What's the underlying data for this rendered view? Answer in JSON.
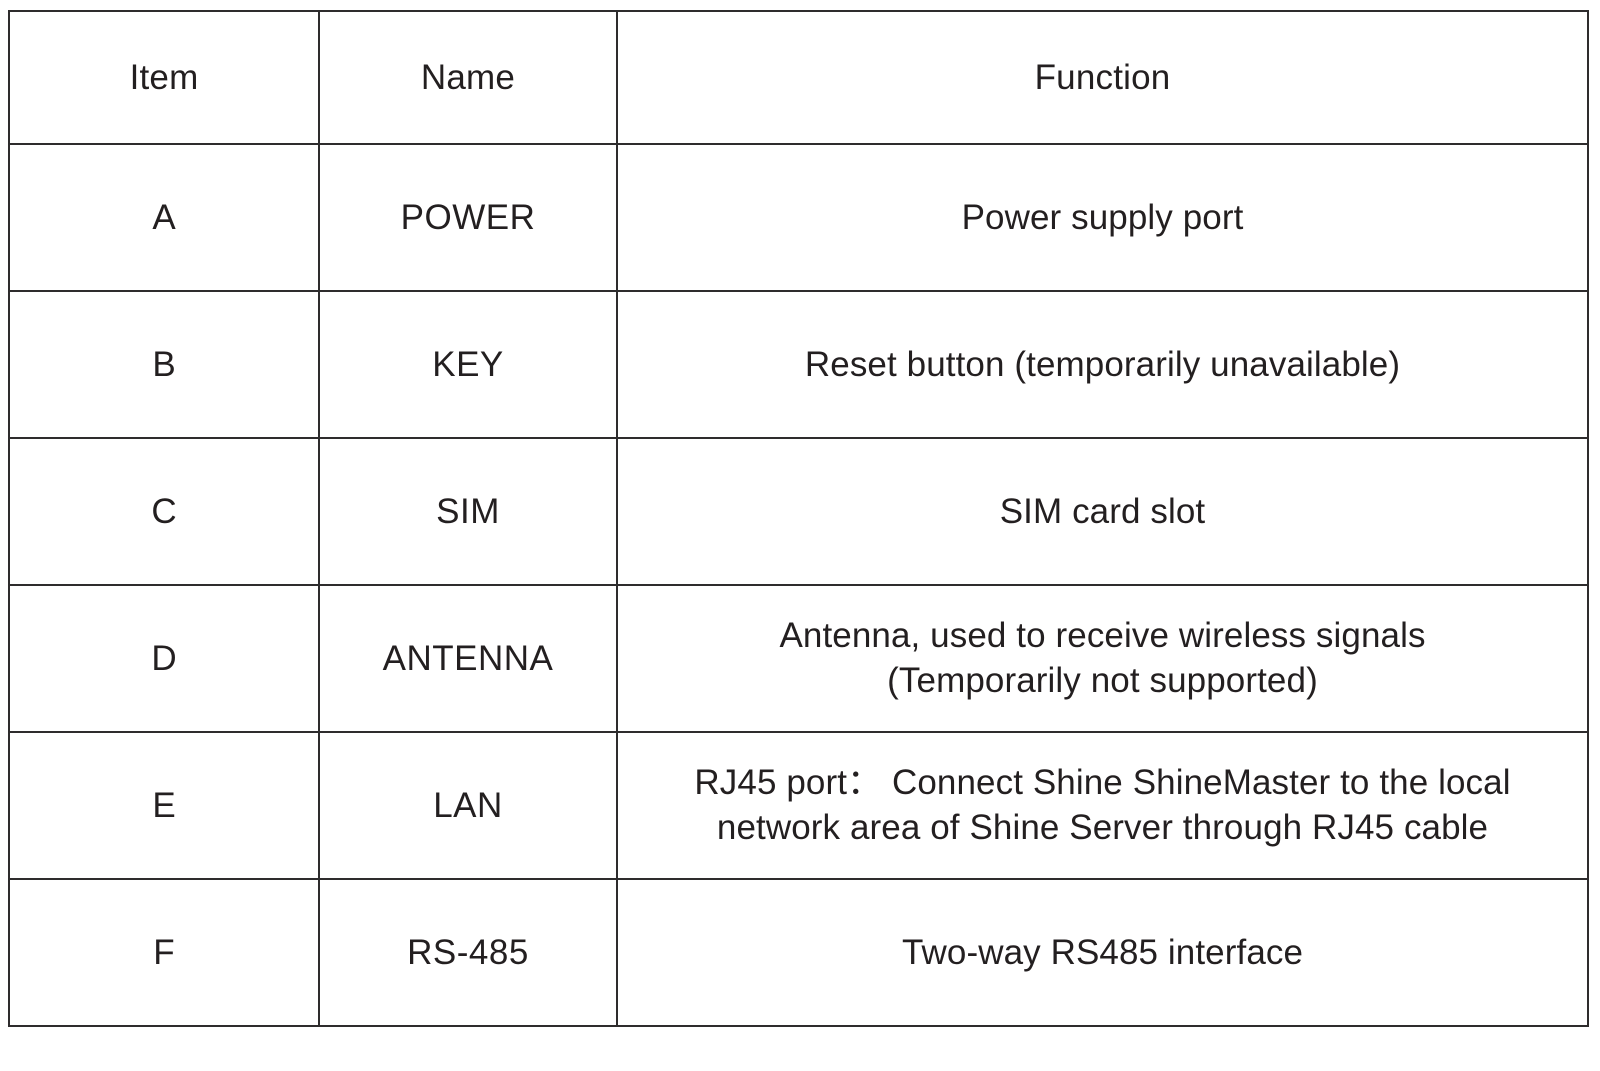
{
  "table": {
    "columns": [
      "Item",
      "Name",
      "Function"
    ],
    "rows": [
      {
        "item": "A",
        "name": "POWER",
        "function_lines": [
          "Power supply port"
        ]
      },
      {
        "item": "B",
        "name": "KEY",
        "function_lines": [
          "Reset button (temporarily unavailable)"
        ]
      },
      {
        "item": "C",
        "name": "SIM",
        "function_lines": [
          "SIM card slot"
        ]
      },
      {
        "item": "D",
        "name": "ANTENNA",
        "function_lines": [
          "Antenna, used to receive wireless signals",
          "(Temporarily not supported)"
        ]
      },
      {
        "item": "E",
        "name": "LAN",
        "function_lines": [
          "RJ45 port：  Connect Shine ShineMaster to the local",
          "network area of Shine Server through RJ45 cable"
        ]
      },
      {
        "item": "F",
        "name": "RS-485",
        "function_lines": [
          "Two-way RS485 interface"
        ]
      }
    ]
  },
  "style": {
    "border_color": "#2e2c2d",
    "text_color": "#231f20",
    "background_color": "#ffffff"
  }
}
